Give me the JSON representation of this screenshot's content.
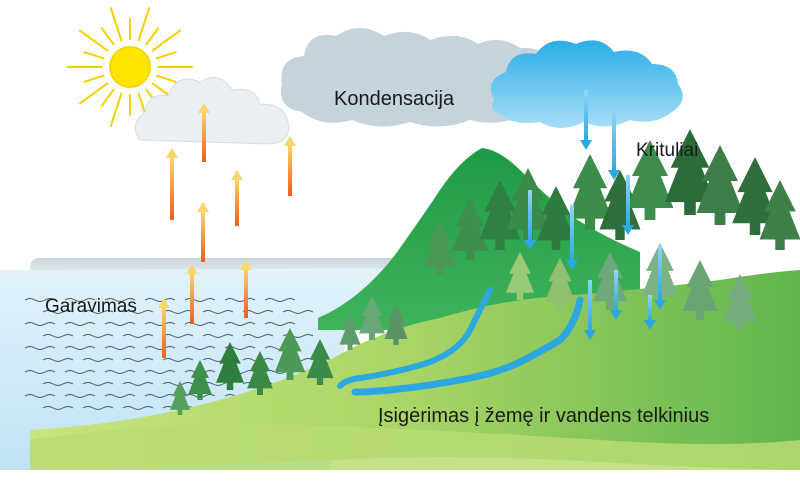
{
  "labels": {
    "evaporation": "Garavimas",
    "condensation": "Kondensacija",
    "precipitation": "Krituliai",
    "infiltration": "Įsigėrimas į žemę ir vandens telkinius"
  },
  "colors": {
    "sun": "#ffe600",
    "sun_rays": "#f7d200",
    "rain_cloud": "#5fc3ee",
    "grey_cloud": "#c2d2dc",
    "water": "#c8e7f7",
    "wave_lines": "#445566",
    "mountain": "#2fa64f",
    "meadow": "#9ecf5a",
    "river": "#29a9df",
    "evaporation_arrows": "#f07a22",
    "rain_arrows": "#3ab2e6"
  },
  "icons": [
    "sun-icon",
    "cloud-icon",
    "rain-cloud-icon",
    "arrow-up-icon",
    "arrow-down-icon",
    "tree-icon",
    "mountain-icon",
    "river-icon"
  ]
}
